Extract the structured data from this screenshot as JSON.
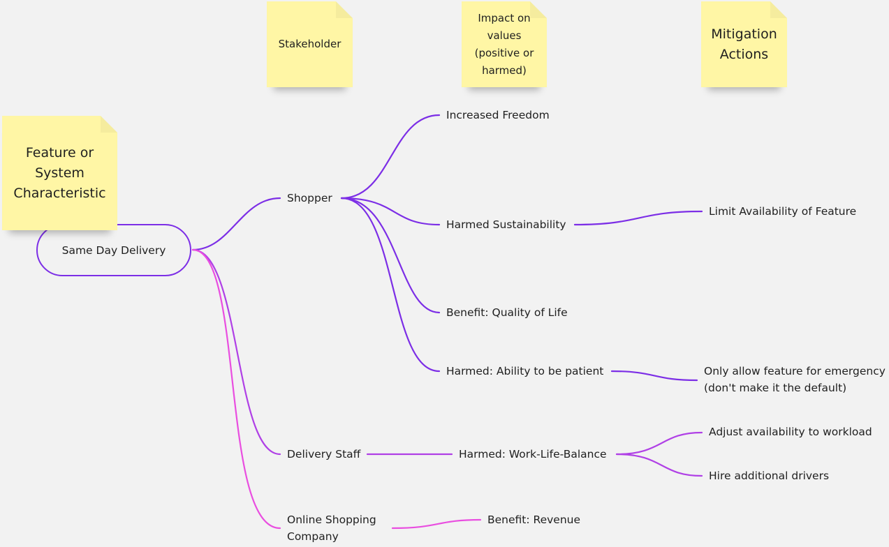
{
  "sticky_notes": {
    "stakeholder": "Stakeholder",
    "impact": "Impact  on\nvalues\n(positive or\nharmed)",
    "mitigation": "Mitigation\nActions",
    "feature": "Feature or\nSystem\nCharacteristic"
  },
  "mindmap": {
    "root": "Same Day Delivery",
    "stakeholders": {
      "shopper": "Shopper",
      "delivery_staff": "Delivery Staff",
      "online_shopping_company_line1": "Online Shopping",
      "online_shopping_company_line2": "Company"
    },
    "impacts": {
      "increased_freedom": "Increased Freedom",
      "harmed_sustainability": "Harmed Sustainability",
      "benefit_quality_of_life": "Benefit: Quality of Life",
      "harmed_ability_patient": "Harmed: Ability to be patient",
      "harmed_work_life_balance": "Harmed: Work-Life-Balance",
      "benefit_revenue": "Benefit: Revenue"
    },
    "mitigations": {
      "limit_availability": "Limit Availability of Feature",
      "only_emergency_line1": "Only allow feature for emergency",
      "only_emergency_line2": "(don't make it the default)",
      "adjust_availability": "Adjust availability to workload",
      "hire_drivers": "Hire additional drivers"
    }
  },
  "colors": {
    "purple_branch": "#7c2ee6",
    "pink_branch": "#e94ee0",
    "sticky_note": "#fff6a5",
    "background": "#f2f2f2"
  }
}
